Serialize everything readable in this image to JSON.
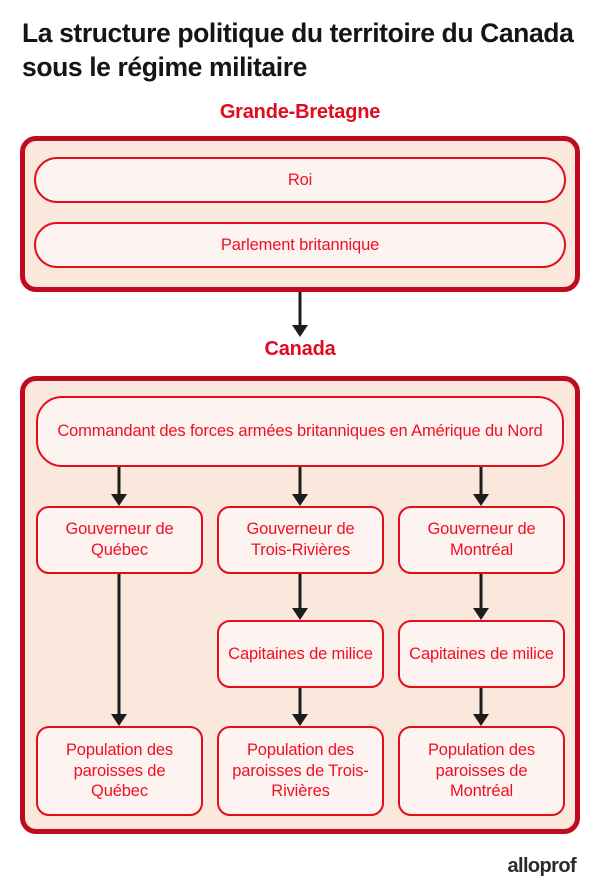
{
  "title": "La structure politique du territoire du Canada sous le régime militaire",
  "colors": {
    "group_border": "#C10A1D",
    "group_fill": "#FBE8DD",
    "node_border": "#E40D1C",
    "node_fill": "#FDF4F1",
    "node_text": "#F01023",
    "caption": "#E00B1E",
    "title_text": "#151515",
    "arrow": "#1D1D1D",
    "page_background": "#FFFFFF"
  },
  "groups": {
    "grande_bretagne": {
      "caption": "Grande-Bretagne",
      "nodes": [
        {
          "label": "Roi"
        },
        {
          "label": "Parlement britannique"
        }
      ]
    },
    "canada": {
      "caption": "Canada",
      "commandant": {
        "label": "Commandant des forces armées britanniques en Amérique du Nord"
      },
      "columns": [
        {
          "governor": "Gouverneur de Québec",
          "captains": null,
          "population": "Population des paroisses de Québec"
        },
        {
          "governor": "Gouverneur de Trois-Rivières",
          "captains": "Capitaines de milice",
          "population": "Population des paroisses de Trois-Rivières"
        },
        {
          "governor": "Gouverneur de Montréal",
          "captains": "Capitaines de milice",
          "population": "Population des paroisses de Montréal"
        }
      ]
    }
  },
  "footer": {
    "logo": "alloprof"
  }
}
